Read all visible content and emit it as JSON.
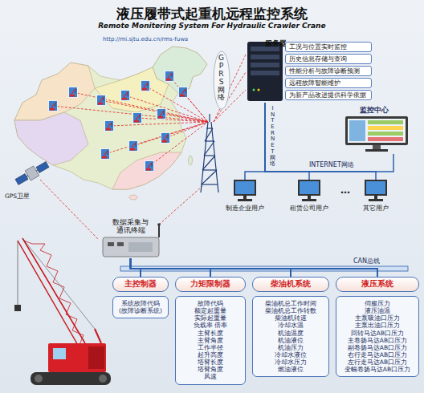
{
  "diagram": {
    "title": "液压履带式起重机远程监控系统",
    "nodes": [
      {
        "text": [
          "服务器"
        ]
      },
      {
        "text": [
          "工况与位置实时监控"
        ],
        "in": 0
      },
      {
        "text": [
          "历史信息存储与查询"
        ],
        "in": 0
      },
      {
        "text": [
          "性能分析与故障诊断预测"
        ],
        "in": 0
      },
      {
        "text": [
          "远程故障智能维护"
        ],
        "in": 0
      },
      {
        "text": [
          "为新产品改进提供科学依据"
        ],
        "in": 0
      },
      {
        "text": [
          "监控中心"
        ]
      },
      {
        "text": [
          "制造企业用户"
        ]
      },
      {
        "text": [
          "租赁公司用户"
        ]
      },
      {
        "text": [
          "其它用户"
        ]
      },
      {
        "text": [
          "数据采集与通讯终端"
        ]
      },
      {
        "text": [
          "主控制器",
          "系统故障代码 (故障诊断系统)"
        ]
      },
      {
        "text": [
          "力矩限制器",
          "故障代码",
          "额定起重量",
          "实际起重量",
          "负载率 倍率",
          "主臂长度",
          "主臂角度",
          "工作半径",
          "起升高度",
          "塔臂长度",
          "塔臂角度",
          "风速"
        ]
      },
      {
        "text": [
          "柴油机系统",
          "柴油机总工作时间",
          "柴油机总工作转数",
          "柴油机转速",
          "冷却水温",
          "机油温度",
          "机油液位",
          "机油压力",
          "冷却水液位",
          "冷却水压力",
          "燃油液位"
        ]
      },
      {
        "text": [
          "液压系统",
          "伺服压力",
          "液压油温",
          "主泵吸油口压力",
          "主泵出油口压力",
          "回转马达AB口压力",
          "主卷扬马达AB口压力",
          "副卷扬马达AB口压力",
          "右行走马达AB口压力",
          "左行走马达AB口压力",
          "变幅卷扬马达AB口压力"
        ]
      }
    ],
    "edges": [
      {
        "from": 0,
        "to": 6,
        "arrow": "none"
      },
      {
        "from": 0,
        "to": 7,
        "arrow": "none"
      },
      {
        "from": 0,
        "to": 8,
        "arrow": "none"
      },
      {
        "from": 0,
        "to": 9,
        "arrow": "none"
      },
      {
        "from": 10,
        "to": 11,
        "arrow": "none"
      },
      {
        "from": 10,
        "to": 12,
        "arrow": "none"
      },
      {
        "from": 10,
        "to": 13,
        "arrow": "none"
      },
      {
        "from": 10,
        "to": 14,
        "arrow": "none"
      }
    ],
    "labels": [
      "Remote Monitering System For Hydraulic Crawler Crane",
      "http://mi.sjtu.edu.cn/rms-fuwa",
      "GPRS网络",
      "GPS卫星",
      "INTERNET网络",
      "INTERNET网络",
      "…",
      "CAN总线"
    ]
  }
}
